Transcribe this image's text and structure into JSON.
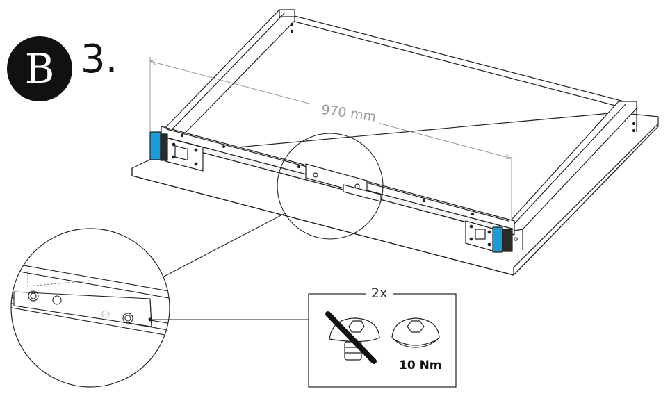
{
  "step": {
    "letter": "B",
    "number": "3."
  },
  "dimension": {
    "label": "970 mm"
  },
  "hardware": {
    "quantity": "2x",
    "torque": "10 Nm"
  },
  "colors": {
    "ink": "#111111",
    "accent_blue": "#1e9bd7",
    "dim_grey": "#9a9a9a",
    "dark_block": "#2b2b2b"
  },
  "icons": [
    "wrong-screw-crossed-icon",
    "flat-head-screw-icon"
  ]
}
